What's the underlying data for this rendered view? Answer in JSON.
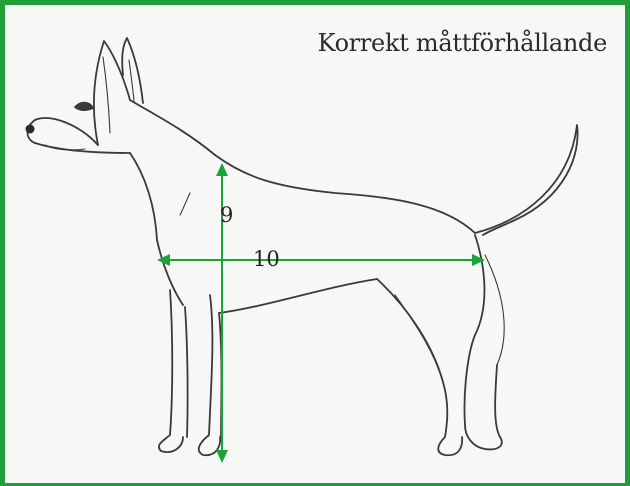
{
  "title": "Korrekt måttförhållande",
  "measurements": {
    "height_label": "9",
    "length_label": "10"
  },
  "colors": {
    "frame": "#1f9e3a",
    "arrow": "#18a33b",
    "sketch": "#3a3a3a"
  },
  "illustration": "dog-sketch"
}
